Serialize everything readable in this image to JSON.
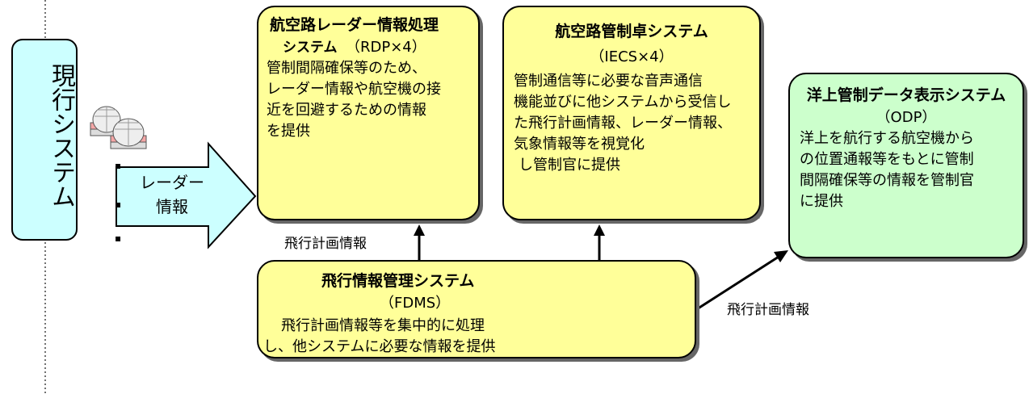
{
  "sidebar": {
    "current_system": "現行システム"
  },
  "left": {
    "radar_arrow_line1": "レーダー",
    "radar_arrow_line2": "情報",
    "bullet": "▪"
  },
  "rdp": {
    "title_line1": "航空路レーダー情報処理",
    "title_line2": "システム",
    "code": "（RDP×4）",
    "desc": [
      "管制間隔確保等のため、",
      "レーダー情報や航空機の接",
      "近を回避するための情報",
      "を提供"
    ]
  },
  "iecs": {
    "title": "航空路管制卓システム",
    "code": "（IECS×4）",
    "desc": [
      "管制通信等に必要な音声通信",
      "機能並びに他システムから受信し",
      "た飛行計画情報、レーダー情報、",
      "気象情報等を視覚化",
      "し管制官に提供"
    ]
  },
  "odp": {
    "title": "洋上管制データ表示システム",
    "code": "（ODP）",
    "desc": [
      "洋上を航行する航空機から",
      "の位置通報等をもとに管制",
      "間隔確保等の情報を管制官",
      "に提供"
    ]
  },
  "fdms": {
    "title": "飛行情報管理システム",
    "code": "（FDMS）",
    "desc": [
      "飛行計画情報等を集中的に処理",
      "し、他システムに必要な情報を提供"
    ]
  },
  "flows": {
    "flight_plan_left": "飛行計画情報",
    "flight_plan_right": "飛行計画情報"
  },
  "colors": {
    "yellow_box": "#ffff99",
    "green_box": "#ccffcc",
    "arrow_fill": "#ccffff",
    "sidebar_fill": "#ccffff"
  }
}
